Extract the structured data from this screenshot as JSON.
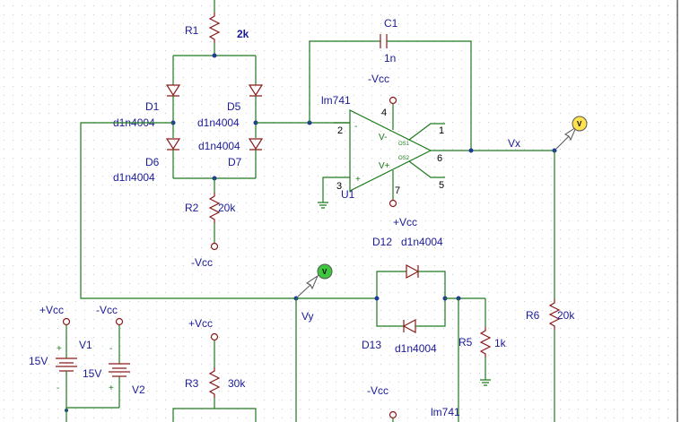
{
  "colors": {
    "wire": "#1f7a1f",
    "part": "#8a1a1a",
    "label": "#1a1a99",
    "grid": "#c8c8c8",
    "probe_yellow": "#ffe24d",
    "probe_green": "#3cc83c"
  },
  "components": {
    "r1": {
      "name": "R1",
      "value": "2k"
    },
    "r2": {
      "name": "R2",
      "value": "20k"
    },
    "r3": {
      "name": "R3",
      "value": "30k"
    },
    "r5": {
      "name": "R5",
      "value": "1k"
    },
    "r6": {
      "name": "R6",
      "value": "20k"
    },
    "c1": {
      "name": "C1",
      "value": "1n"
    },
    "d1": {
      "name": "D1",
      "model": "d1n4004"
    },
    "d5": {
      "name": "D5",
      "model": "d1n4004"
    },
    "d6": {
      "name": "D6",
      "model": "d1n4004"
    },
    "d7": {
      "name": "D7",
      "model": "d1n4004"
    },
    "d12": {
      "name": "D12",
      "model": "d1n4004"
    },
    "d13": {
      "name": "D13",
      "model": "d1n4004"
    },
    "v1": {
      "name": "V1",
      "value": "15V"
    },
    "v2": {
      "name": "V2",
      "value": "15V"
    },
    "u1": {
      "name": "U1",
      "model": "lm741",
      "pins": {
        "inv": "2",
        "noninv": "3",
        "vneg": "4",
        "vpos": "7",
        "out": "6",
        "os1": "1",
        "os2": "5"
      },
      "pin_labels": {
        "vneg": "V-",
        "vpos": "V+",
        "os1": "OS1",
        "os2": "OS2"
      },
      "input_signs": {
        "minus": "-",
        "plus": "+"
      }
    },
    "u2_model": "lm741"
  },
  "supplies": {
    "neg_vcc": "-Vcc",
    "pos_vcc": "+Vcc"
  },
  "nets": {
    "vx": "Vx",
    "vy": "Vy"
  },
  "probes": {
    "vx_probe": "V",
    "vy_probe": "V"
  }
}
